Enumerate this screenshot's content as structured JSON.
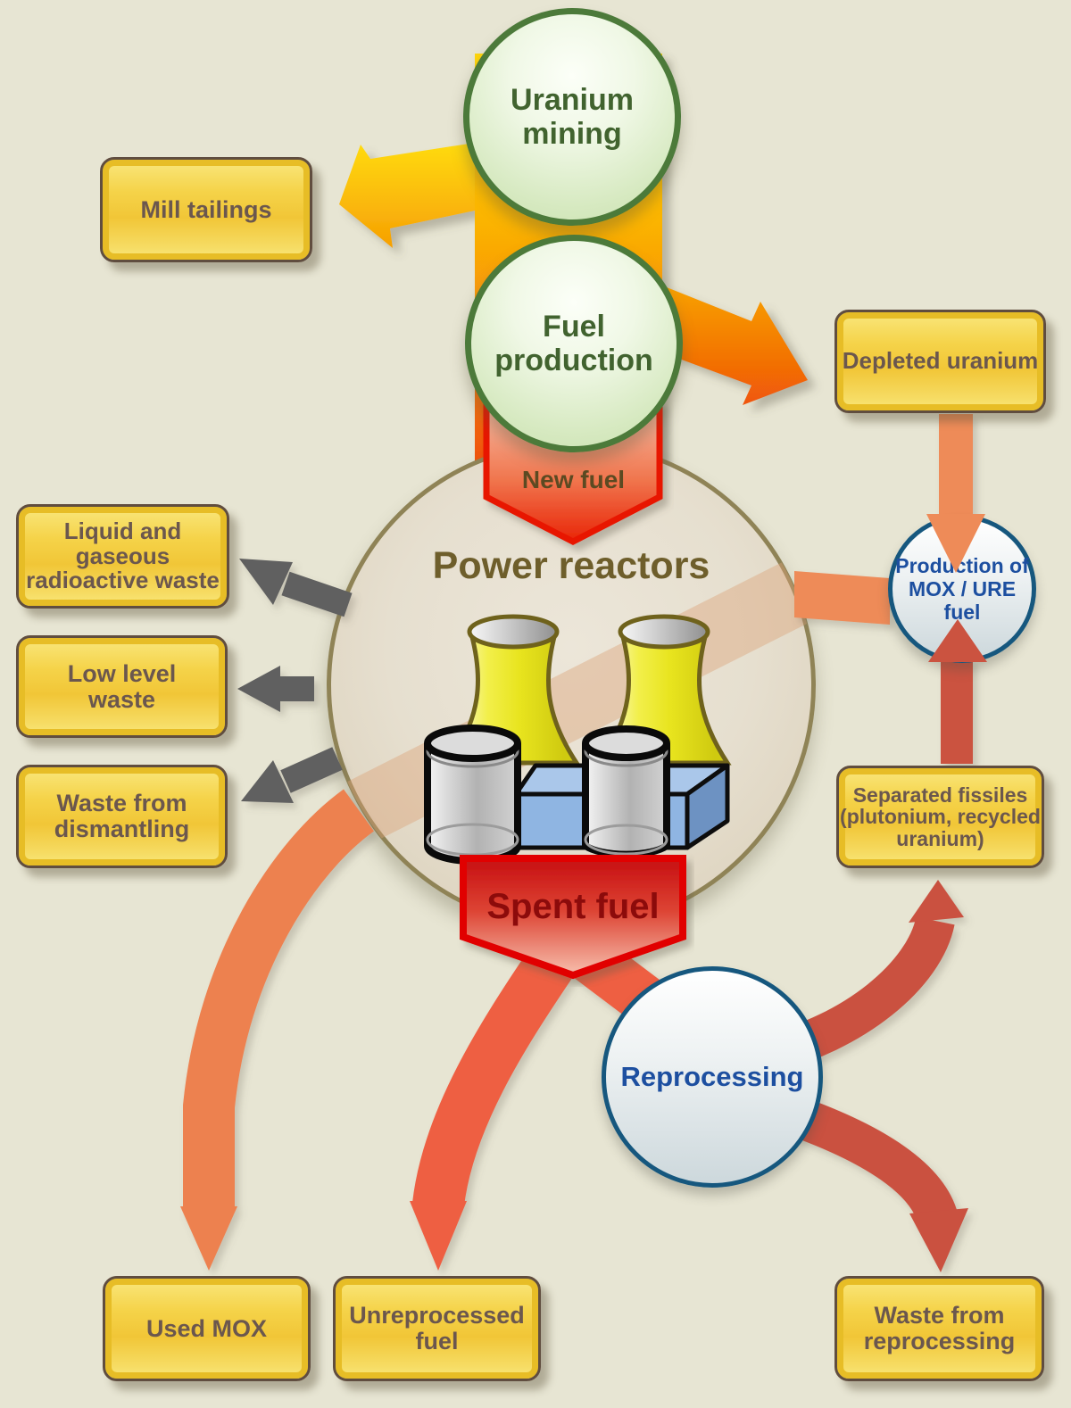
{
  "diagram": {
    "nodes": {
      "uranium_mining": "Uranium mining",
      "fuel_production": "Fuel production",
      "power_reactors": "Power reactors",
      "mox_production": "Production of MOX / URE fuel",
      "reprocessing": "Reprocessing"
    },
    "banners": {
      "new_fuel": "New fuel",
      "spent_fuel": "Spent fuel"
    },
    "boxes": {
      "mill_tailings": "Mill tailings",
      "depleted_uranium": "Depleted uranium",
      "liquid_gaseous_waste": "Liquid and gaseous radioactive waste",
      "low_level_waste": "Low level waste",
      "waste_dismantling": "Waste from dismantling",
      "separated_fissiles": "Separated fissiles (plutonium, recycled uranium)",
      "used_mox": "Used MOX",
      "unreprocessed_fuel": "Unreprocessed fuel",
      "waste_reprocessing": "Waste from reprocessing"
    },
    "flows": [
      {
        "from": "uranium_mining",
        "to": "mill_tailings",
        "color": "#f8a802"
      },
      {
        "from": "uranium_mining",
        "to": "fuel_production",
        "color": "#fbb305"
      },
      {
        "from": "fuel_production",
        "to": "depleted_uranium",
        "color": "#f15c08"
      },
      {
        "from": "fuel_production",
        "to": "power_reactors",
        "label": "New fuel"
      },
      {
        "from": "depleted_uranium",
        "to": "mox_production",
        "color": "#ee8b58"
      },
      {
        "from": "mox_production",
        "to": "power_reactors",
        "color": "#ee8b58"
      },
      {
        "from": "power_reactors",
        "to": "liquid_gaseous_waste",
        "color": "#606060"
      },
      {
        "from": "power_reactors",
        "to": "low_level_waste",
        "color": "#606060"
      },
      {
        "from": "power_reactors",
        "to": "waste_dismantling",
        "color": "#606060"
      },
      {
        "from": "power_reactors",
        "to": "used_mox",
        "color": "#ed8150"
      },
      {
        "from": "power_reactors",
        "to": "reprocessing",
        "label": "Spent fuel"
      },
      {
        "from": "spent_fuel",
        "to": "unreprocessed_fuel",
        "color": "#ee5e42"
      },
      {
        "from": "reprocessing",
        "to": "separated_fissiles",
        "color": "#ca5140"
      },
      {
        "from": "separated_fissiles",
        "to": "mox_production",
        "color": "#ca5140"
      },
      {
        "from": "reprocessing",
        "to": "waste_reprocessing",
        "color": "#ca5140"
      }
    ],
    "palette": {
      "background": "#e7e5d3",
      "box_fill": "#f2cb3b",
      "box_border": "#604d3f",
      "box_text": "#6b574e",
      "green_node_border": "#4c7a3a",
      "green_node_text": "#41632f",
      "blue_node_border": "#16577e",
      "blue_node_text": "#1d4fa0",
      "power_circle_border": "#8f8356",
      "flow_yellow": "#ffd60a",
      "flow_orange": "#f2680a",
      "flow_salmon": "#ee8b58",
      "flow_red_salmon": "#ee5e42",
      "flow_brick": "#ca5140",
      "waste_arrow_gray": "#606060",
      "banner_red": "#e10000"
    }
  }
}
